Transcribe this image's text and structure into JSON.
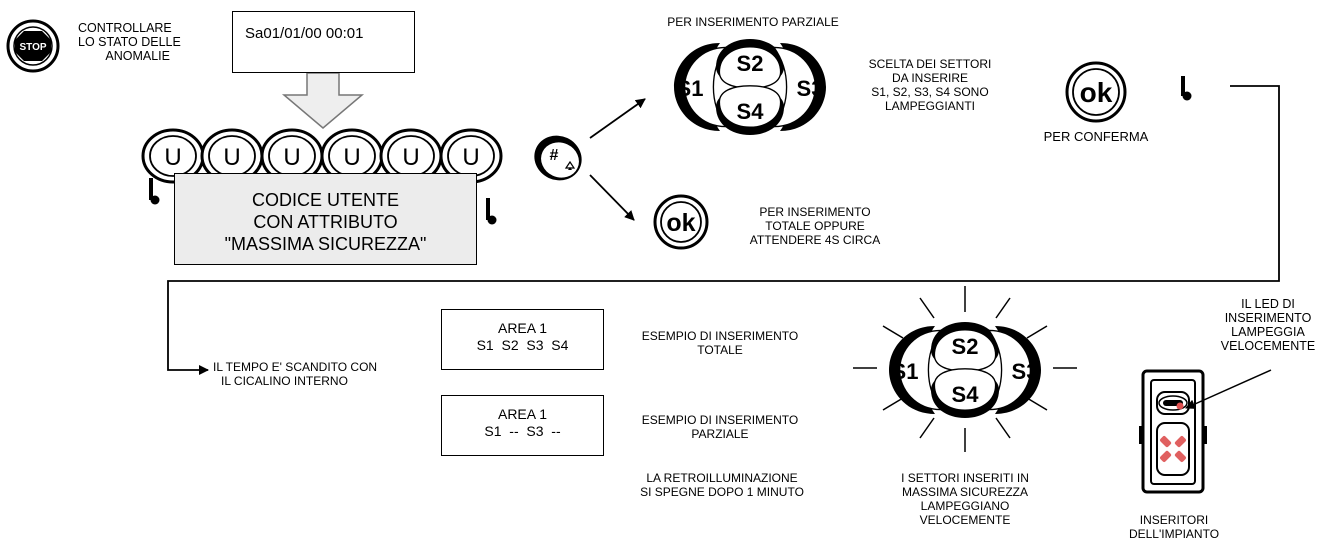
{
  "stop_block": {
    "icon_label": "STOP",
    "text": [
      "CONTROLLARE",
      "LO STATO DELLE",
      "ANOMALIE"
    ]
  },
  "display_top": "Sa01/01/00 00:01",
  "user_keys": [
    "U",
    "U",
    "U",
    "U",
    "U",
    "U"
  ],
  "user_code_box": [
    "CODICE UTENTE",
    "CON ATTRIBUTO",
    "\"MASSIMA SICUREZZA\""
  ],
  "hash_key_label": "#",
  "partial": {
    "title": "PER INSERIMENTO PARZIALE",
    "keys": [
      "S1",
      "S2",
      "S3",
      "S4"
    ],
    "text": [
      "SCELTA DEI SETTORI",
      "DA INSERIRE",
      "S1, S2, S3, S4 SONO",
      "LAMPEGGIANTI"
    ],
    "ok_label": "ok",
    "confirm": "PER CONFERMA"
  },
  "total": {
    "ok_label": "ok",
    "text": [
      "PER INSERIMENTO",
      "TOTALE OPPURE",
      "ATTENDERE 4S CIRCA"
    ]
  },
  "timer_text": [
    "IL TEMPO E' SCANDITO CON",
    "IL CICALINO INTERNO"
  ],
  "display_total": [
    "AREA 1",
    "S1  S2  S3  S4"
  ],
  "display_partial": [
    "AREA 1",
    "S1  --  S3  --"
  ],
  "example_total": [
    "ESEMPIO DI INSERIMENTO",
    "TOTALE"
  ],
  "example_partial": [
    "ESEMPIO DI INSERIMENTO",
    "PARZIALE"
  ],
  "backlight_text": [
    "LA RETROILLUMINAZIONE",
    "SI SPEGNE DOPO 1 MINUTO"
  ],
  "sector_keys": [
    "S1",
    "S2",
    "S3",
    "S4"
  ],
  "sectors_text": [
    "I SETTORI INSERITI IN",
    "MASSIMA SICUREZZA",
    "LAMPEGGIANO",
    "VELOCEMENTE"
  ],
  "led_text": [
    "IL LED DI",
    "INSERIMENTO",
    "LAMPEGGIA",
    "VELOCEMENTE"
  ],
  "inserter_text": [
    "INSERITORI",
    "DELL'IMPIANTO"
  ],
  "colors": {
    "box_fill": "#ececec",
    "led_red": "#e05050"
  }
}
